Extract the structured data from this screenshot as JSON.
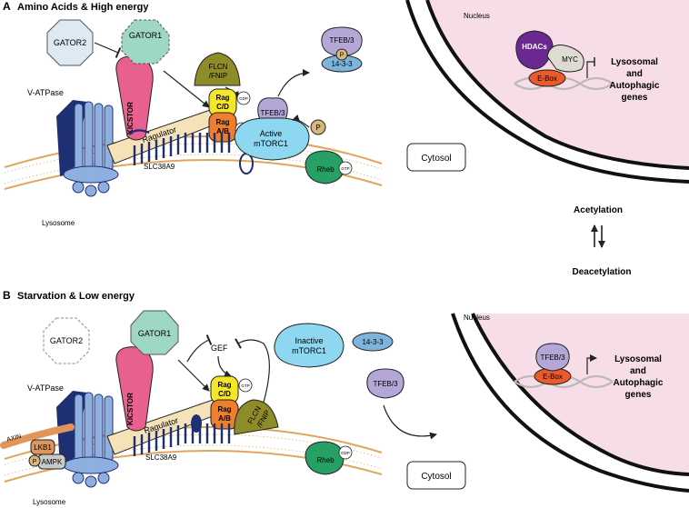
{
  "panelA": {
    "letter": "A",
    "title": "Amino Acids & High energy",
    "gator2": "GATOR2",
    "gator1": "GATOR1",
    "kicstor": "KICSTOR",
    "flcn": [
      "FLCN",
      "/FNIP"
    ],
    "rag_cd": [
      "Rag",
      "C/D"
    ],
    "rag_ab": [
      "Rag",
      "A/B"
    ],
    "gdp": "GDP",
    "gtp": "GTP",
    "tfeb": "TFEB/3",
    "p": "P",
    "complex_1433": "14-3-3",
    "mtorc1": [
      "Active",
      "mTORC1"
    ],
    "rheb": "Rheb",
    "regulator": "Ragulator",
    "vatpase": "V-ATPase",
    "slc": "SLC38A9",
    "lysosome": "Lysosome",
    "cytosol": "Cytosol",
    "nucleus": "Nucleus",
    "hdacs": "HDACs",
    "myc": "MYC",
    "ebox": "E-Box",
    "genes": [
      "Lysosomal",
      "and",
      "Autophagic",
      "genes"
    ]
  },
  "middle": {
    "acetylation": "Acetylation",
    "deacetylation": "Deacetylation"
  },
  "panelB": {
    "letter": "B",
    "title": "Starvation & Low energy",
    "gator2": "GATOR2",
    "gator1": "GATOR1",
    "kicstor": "KICSTOR",
    "gef": "GEF",
    "flcn": [
      "FLCN",
      "/FNIP"
    ],
    "rag_cd": [
      "Rag",
      "C/D"
    ],
    "rag_ab": [
      "Rag",
      "A/B"
    ],
    "gdp": "GDP",
    "gtp": "GTP",
    "mtorc1": [
      "Inactive",
      "mTORC1"
    ],
    "complex_1433": "14-3-3",
    "tfeb": "TFEB/3",
    "rheb": "Rheb",
    "regulator": "Ragulator",
    "vatpase": "V-ATPase",
    "slc": "SLC38A9",
    "axin": "AXIN",
    "lkb1": "LKB1",
    "ampk": "AMPK",
    "p": "P",
    "lysosome": "Lysosome",
    "cytosol": "Cytosol",
    "nucleus": "Nucleus",
    "ebox": "E-Box",
    "genes": [
      "Lysosomal",
      "and",
      "Autophagic",
      "genes"
    ]
  },
  "colors": {
    "gator2": "#dde9f3",
    "gator1": "#9fd8c2",
    "kicstor": "#e8608f",
    "flcn": "#8d8c28",
    "rag_cd": "#f6e62a",
    "rag_ab": "#ef7f2c",
    "tfeb": "#b4a6d6",
    "complex_1433": "#7db4dc",
    "mtorc1": "#8dd8f0",
    "rheb": "#27a065",
    "regulator": "#f6e2b8",
    "vatpase": "#8fb0df",
    "vatpase_dark": "#1f2f74",
    "membrane_head": "#e0a65c",
    "nucleus": "#f7dde8",
    "hdacs": "#6b2890",
    "myc": "#dedbd0",
    "ebox": "#eb5a2b",
    "phospho": "#d9b77a",
    "lkb1": "#e0955a",
    "ampk": "#c9c9c9"
  }
}
